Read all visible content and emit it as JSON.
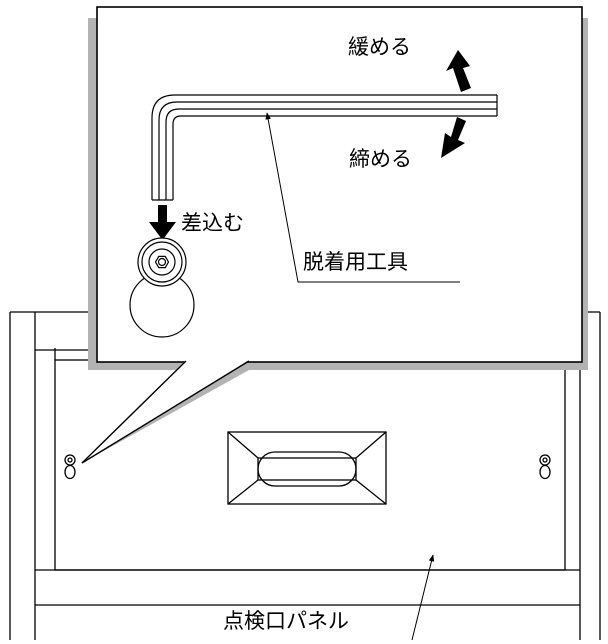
{
  "labels": {
    "loosen": "緩める",
    "tighten": "締める",
    "insert": "差込む",
    "tool": "脱着用工具",
    "panel": "点検口パネル"
  },
  "colors": {
    "stroke": "#000000",
    "shadow": "#b3b3b3",
    "background": "#ffffff"
  },
  "icons": {
    "rotate_loosen": "curved-arrow-up-icon",
    "rotate_tighten": "curved-arrow-down-icon",
    "insert_direction": "arrow-down-icon"
  }
}
